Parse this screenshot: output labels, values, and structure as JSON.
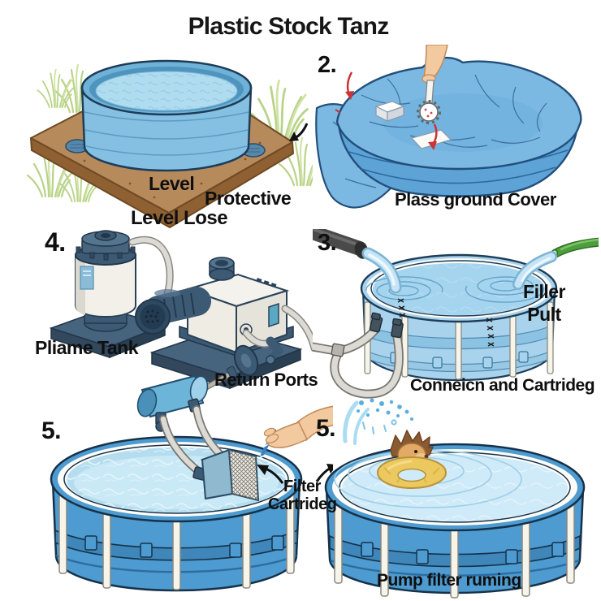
{
  "title": "Plastic Stock Tanz",
  "panels": {
    "site": {
      "label_level": "Level",
      "label_protective": "Protective",
      "label_level_lose": "Level Lose"
    },
    "cover": {
      "number": "2.",
      "caption": "Plass ground Cover"
    },
    "fill": {
      "number": "3.",
      "side_label_line1": "Filler",
      "side_label_line2": "Pult",
      "caption": "Conneicn and Cartrideg"
    },
    "pump": {
      "number": "4.",
      "label_tank": "Pliame Tank",
      "label_return": "Return Ports"
    },
    "filter": {
      "number": "5.",
      "label_line1": "Filter",
      "label_line2": "Cartrideg"
    },
    "running": {
      "number": "5.",
      "caption": "Pump filter ruming"
    }
  },
  "colors": {
    "pool_body_blue": "#4d9bd0",
    "pool_band_blue": "#3f86ba",
    "light_pool_blue": "#a9d3ec",
    "water_light": "#c6e8f6",
    "tank_blue": "#85c0e2",
    "tarp_blue": "#7cb9e2",
    "tub_blue": "#5ea3d6",
    "dirt_brown": "#b78a5c",
    "dirt_side_brown": "#8f6132",
    "grass_green": "#b9d387",
    "equipment_slate": "#3c5a74",
    "hose_gray": "#dcdad4",
    "garden_hose_green": "#4e9e3e",
    "swim_ring_yellow": "#ecc95e",
    "arrow_red": "#cc3333",
    "outline_dark": "#16324a"
  }
}
